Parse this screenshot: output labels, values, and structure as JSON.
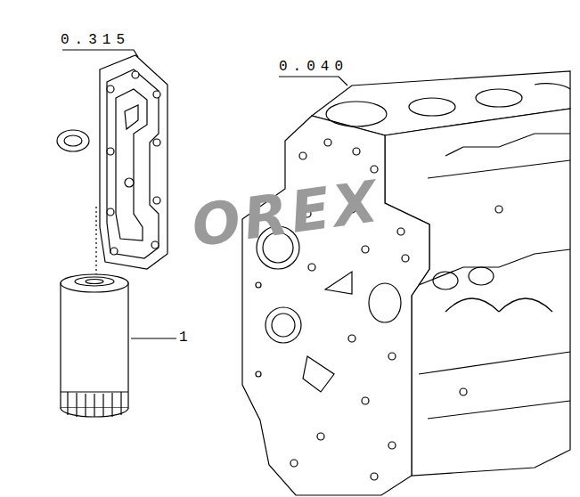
{
  "diagram": {
    "labels": [
      "0.315",
      "0.040",
      "1",
      "OREX"
    ]
  }
}
